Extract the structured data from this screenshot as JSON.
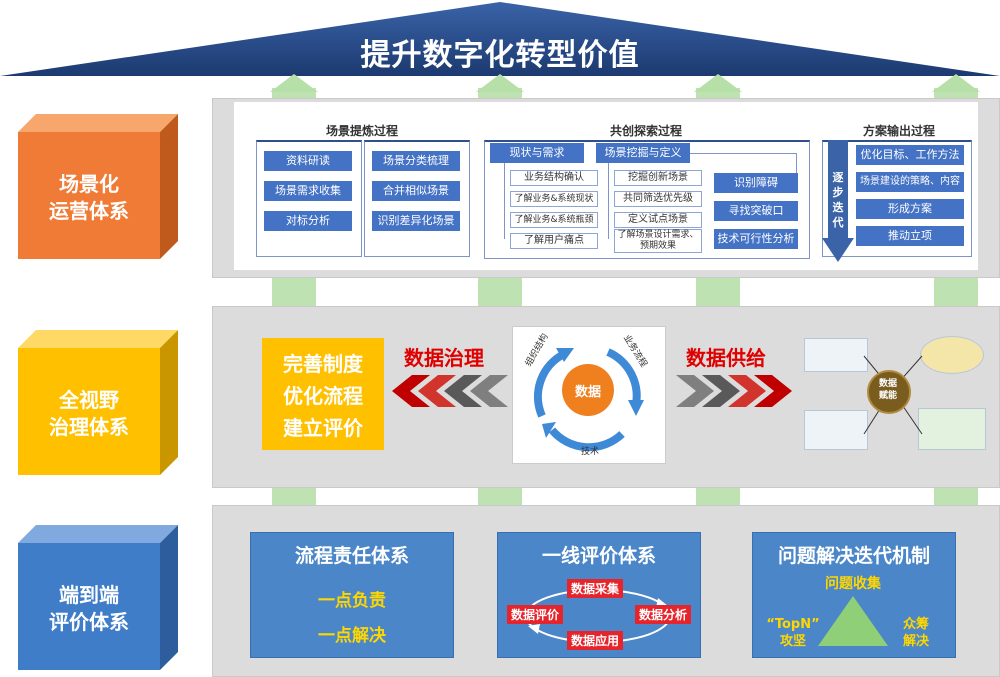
{
  "roof": {
    "title": "提升数字化转型价值"
  },
  "colors": {
    "roof": "#1f3f78",
    "orange": "#ef7b37",
    "yellow": "#ffc000",
    "blue": "#3f7dc9",
    "green": "#b7dfa8",
    "red": "#e00000"
  },
  "cubes": [
    {
      "line1": "场景化",
      "line2": "运营体系"
    },
    {
      "line1": "全视野",
      "line2": "治理体系"
    },
    {
      "line1": "端到端",
      "line2": "评价体系"
    }
  ],
  "scene": {
    "left": {
      "title": "场景提炼过程",
      "col1": [
        "资料研读",
        "场景需求收集",
        "对标分析"
      ],
      "col2": [
        "场景分类梳理",
        "合并相似场景",
        "识别差异化场景"
      ]
    },
    "middle": {
      "title": "共创探索过程",
      "header1": "现状与需求",
      "header2": "场景挖掘与定义",
      "list1": [
        "业务结构确认",
        "了解业务&系统现状",
        "了解业务&系统瓶颈",
        "了解用户痛点"
      ],
      "list2": [
        "挖掘创新场景",
        "共同筛选优先级",
        "定义试点场景",
        "了解场景设计需求、预期效果"
      ],
      "list3": [
        "识别障碍",
        "寻找突破口",
        "技术可行性分析"
      ]
    },
    "right": {
      "title": "方案输出过程",
      "arrow_text": "逐步迭代",
      "items": [
        "优化目标、工作方法",
        "场景建设的策略、内容",
        "形成方案",
        "推动立项"
      ]
    }
  },
  "governance": {
    "panel": [
      "完善制度",
      "优化流程",
      "建立评价"
    ],
    "left_title": "数据治理",
    "right_title": "数据供给",
    "cycle": {
      "center": "数据",
      "label_tl": "组织结构",
      "label_tr": "业务流程",
      "label_bottom": "技术"
    },
    "hub": "数据赋能"
  },
  "evaluation": {
    "card1": {
      "title": "流程责任体系",
      "lines": [
        "一点负责",
        "一点解决"
      ]
    },
    "card2": {
      "title": "一线评价体系",
      "tags": [
        "数据采集",
        "数据分析",
        "数据应用",
        "数据评价"
      ]
    },
    "card3": {
      "title": "问题解决迭代机制",
      "top": "问题收集",
      "left1": "“TopN”",
      "left2": "攻坚",
      "right1": "众筹",
      "right2": "解决"
    }
  }
}
